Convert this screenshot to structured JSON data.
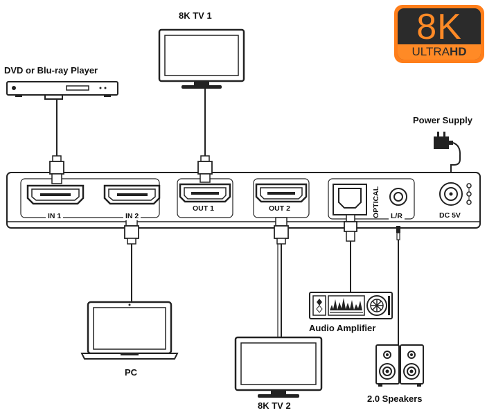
{
  "labels": {
    "dvd": "DVD or Blu-ray Player",
    "tv1": "8K TV 1",
    "tv2": "8K TV 2",
    "pc": "PC",
    "power": "Power Supply",
    "audio_amp": "Audio Amplifier",
    "speakers": "2.0 Speakers"
  },
  "ports": {
    "in1": "IN 1",
    "in2": "IN 2",
    "out1": "OUT 1",
    "out2": "OUT 2",
    "optical": "OPTICAL",
    "lr": "L/R",
    "dc": "DC 5V"
  },
  "badge": {
    "big": "8K",
    "ultra": "ULTRA",
    "hd": "HD"
  },
  "colors": {
    "badge_orange": "#ff7e1a",
    "badge_dark": "#2b2b2b",
    "line": "#222222"
  }
}
